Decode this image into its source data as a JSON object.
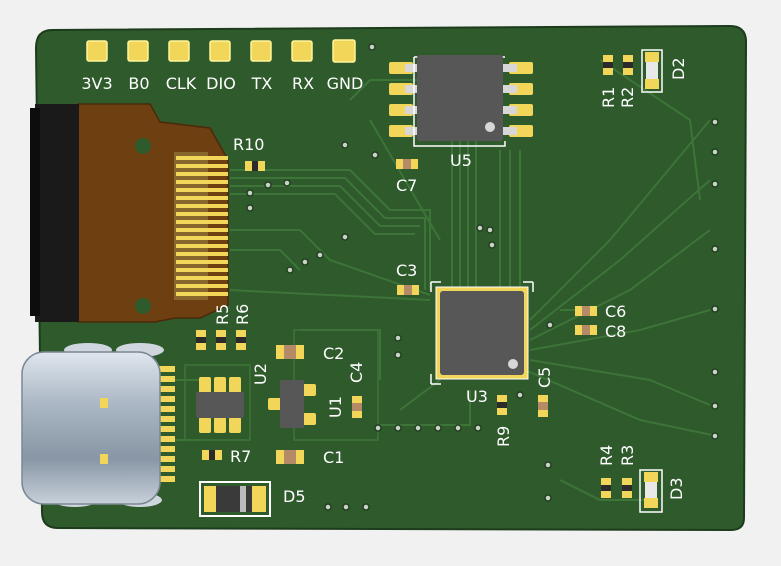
{
  "colors": {
    "background": "#f1f1f1",
    "board": "#2e5a2c",
    "board_edge": "#1d3c1c",
    "trace": "#3d7438",
    "silkscreen": "#ffffff",
    "pad": "#f2d65a",
    "ic_body": "#575757",
    "connector_metal": "#b4bec9",
    "flex_cable": "#6e3f10"
  },
  "pin_labels": [
    "3V3",
    "B0",
    "CLK",
    "DIO",
    "TX",
    "RX",
    "GND"
  ],
  "refs": {
    "u5": "U5",
    "u3": "U3",
    "u2": "U2",
    "u1": "U1",
    "c1": "C1",
    "c2": "C2",
    "c3": "C3",
    "c4": "C4",
    "c5": "C5",
    "c6": "C6",
    "c7": "C7",
    "c8": "C8",
    "r1": "R1",
    "r2": "R2",
    "r3": "R3",
    "r4": "R4",
    "r5": "R5",
    "r6": "R6",
    "r7": "R7",
    "r9": "R9",
    "r10": "R10",
    "d2": "D2",
    "d3": "D3",
    "d5": "D5"
  }
}
